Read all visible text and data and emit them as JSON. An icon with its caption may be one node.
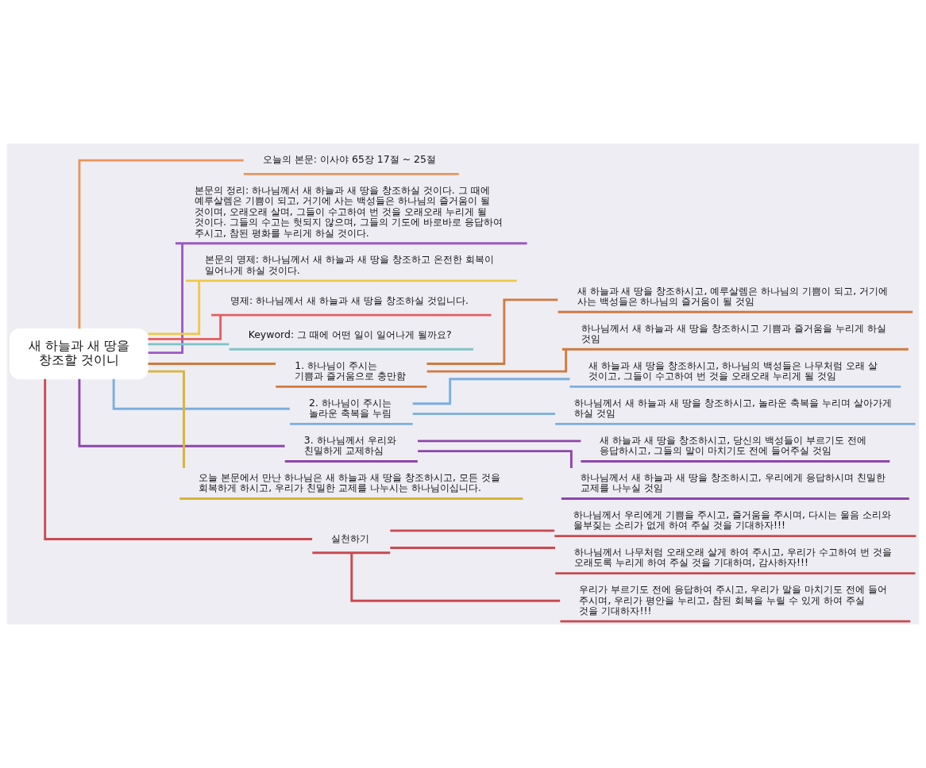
{
  "diagram": {
    "nodes": [
      {
        "text": [
          "새 하늘과 새 땅을 창조할 것이니"
        ]
      },
      {
        "text": [
          "오늘의 본문: 이사야 65장 17절 ~ 25절"
        ]
      },
      {
        "text": [
          "본문의 정리: 하나님께서 새 하늘과 새 땅을 창조하실 것이다. 그 때에 예루살렘은 기쁨이 되고, 거기에 사는 백성들은 하나님의 즐거움이 될 것이며, 오래오래 살며, 그들이 수고하여 번 것을 오래오래 누리게 될 것이다. 그들의 수고는 헛되지 않으며, 그들의 기도에 바로바로 응답하여 주시고, 참된 평화를 누리게 하실 것이다."
        ]
      },
      {
        "text": [
          "본문의 명제: 하나님께서 새 하늘과 새 땅을 창조하고 온전한 회복이 일어나게 하실 것이다."
        ]
      },
      {
        "text": [
          "명제: 하나님께서 새 하늘과 새 땅을 창조하실 것입니다."
        ]
      },
      {
        "text": [
          "Keyword: 그 때에 어떤 일이 일어나게 될까요?"
        ]
      },
      {
        "text": [
          "1. 하나님이 주시는 기쁨과 즐거움으로 충만함"
        ]
      },
      {
        "text": [
          "새 하늘과 새 땅을 창조하시고, 예루살렘은 하나님의 기쁨이 되고, 거기에 사는 백성들은 하나님의 즐거움이 될 것임"
        ]
      },
      {
        "text": [
          "하나님께서 새 하늘과 새 땅을 창조하시고 기쁨과 즐거움을 누리게 하실 것임"
        ]
      },
      {
        "text": [
          "2. 하나님이 주시는 놀라운 축복을 누림"
        ]
      },
      {
        "text": [
          "새 하늘과 새 땅을 창조하시고, 하나님의 백성들은 나무처럼 오래 살 것이고, 그들이 수고하여 번 것을 오래오래 누리게 될 것임"
        ]
      },
      {
        "text": [
          "하나님께서 새 하늘과 새 땅을 창조하시고, 놀라운 축복을 누리며 살아가게 하실 것임"
        ]
      },
      {
        "text": [
          "3. 하나님께서 우리와 친밀하게 교제하심"
        ]
      },
      {
        "text": [
          "새 하늘과 새 땅을 창조하시고, 당신의 백성들이 부르기도 전에 응답하시고, 그들의 말이 마치기도 전에 들어주실 것임"
        ]
      },
      {
        "text": [
          "하나님께서 새 하늘과 새 땅을 창조하시고, 우리에게 응답하시며 친밀한 교제를 나누실 것임"
        ]
      },
      {
        "text": [
          "오늘 본문에서 만난 하나님은 새 하늘과 새 땅을 창조하시고, 모든 것을 회복하게 하시고, 우리가 친밀한 교제를 나누시는 하나님이십니다."
        ]
      },
      {
        "text": [
          "실천하기"
        ]
      },
      {
        "text": [
          "하나님께서 우리에게 기쁨을 주시고, 즐거움을 주시며, 다시는 울음 소리와 울부짖는 소리가 없게 하여 주실 것을 기대하자!!!"
        ]
      },
      {
        "text": [
          "하나님께서 나무처럼 오래오래 살게 하여 주시고, 우리가 수고하여 번 것을 오래도록 누리게 하여 주실 것을 기대하며, 감사하자!!!"
        ]
      },
      {
        "text": [
          "우리가 부르기도 전에 응답하여 주시고, 우리가 말을 마치기도 전에 들어 주시며, 우리가 평안을 누리고, 참된 회복을 누릴 수 있게 하여 주실 것을 기대하자!!!"
        ]
      }
    ],
    "edges": [
      {
        "from": 0,
        "to": 1,
        "arrow": "none",
        "color": "#e8955e"
      },
      {
        "from": 0,
        "to": 2,
        "arrow": "none",
        "color": "#9b59c6"
      },
      {
        "from": 0,
        "to": 3,
        "arrow": "none",
        "color": "#f0c84a"
      },
      {
        "from": 0,
        "to": 4,
        "arrow": "none",
        "color": "#e06060"
      },
      {
        "from": 0,
        "to": 5,
        "arrow": "none",
        "color": "#7fc4c8"
      },
      {
        "from": 0,
        "to": 6,
        "arrow": "none",
        "color": "#d07a40"
      },
      {
        "from": 6,
        "to": 7,
        "arrow": "none",
        "color": "#d07a40"
      },
      {
        "from": 6,
        "to": 8,
        "arrow": "none",
        "color": "#d07a40"
      },
      {
        "from": 0,
        "to": 9,
        "arrow": "none",
        "color": "#7aaee0"
      },
      {
        "from": 9,
        "to": 10,
        "arrow": "none",
        "color": "#7aaee0"
      },
      {
        "from": 9,
        "to": 11,
        "arrow": "none",
        "color": "#7aaee0"
      },
      {
        "from": 0,
        "to": 12,
        "arrow": "none",
        "color": "#8e44ad"
      },
      {
        "from": 12,
        "to": 13,
        "arrow": "none",
        "color": "#8e44ad"
      },
      {
        "from": 12,
        "to": 14,
        "arrow": "none",
        "color": "#8e44ad"
      },
      {
        "from": 0,
        "to": 15,
        "arrow": "none",
        "color": "#d9b23a"
      },
      {
        "from": 0,
        "to": 16,
        "arrow": "none",
        "color": "#c94a50"
      },
      {
        "from": 16,
        "to": 17,
        "arrow": "none",
        "color": "#c94a50"
      },
      {
        "from": 16,
        "to": 18,
        "arrow": "none",
        "color": "#c94a50"
      },
      {
        "from": 16,
        "to": 19,
        "arrow": "none",
        "color": "#c94a50"
      }
    ]
  }
}
